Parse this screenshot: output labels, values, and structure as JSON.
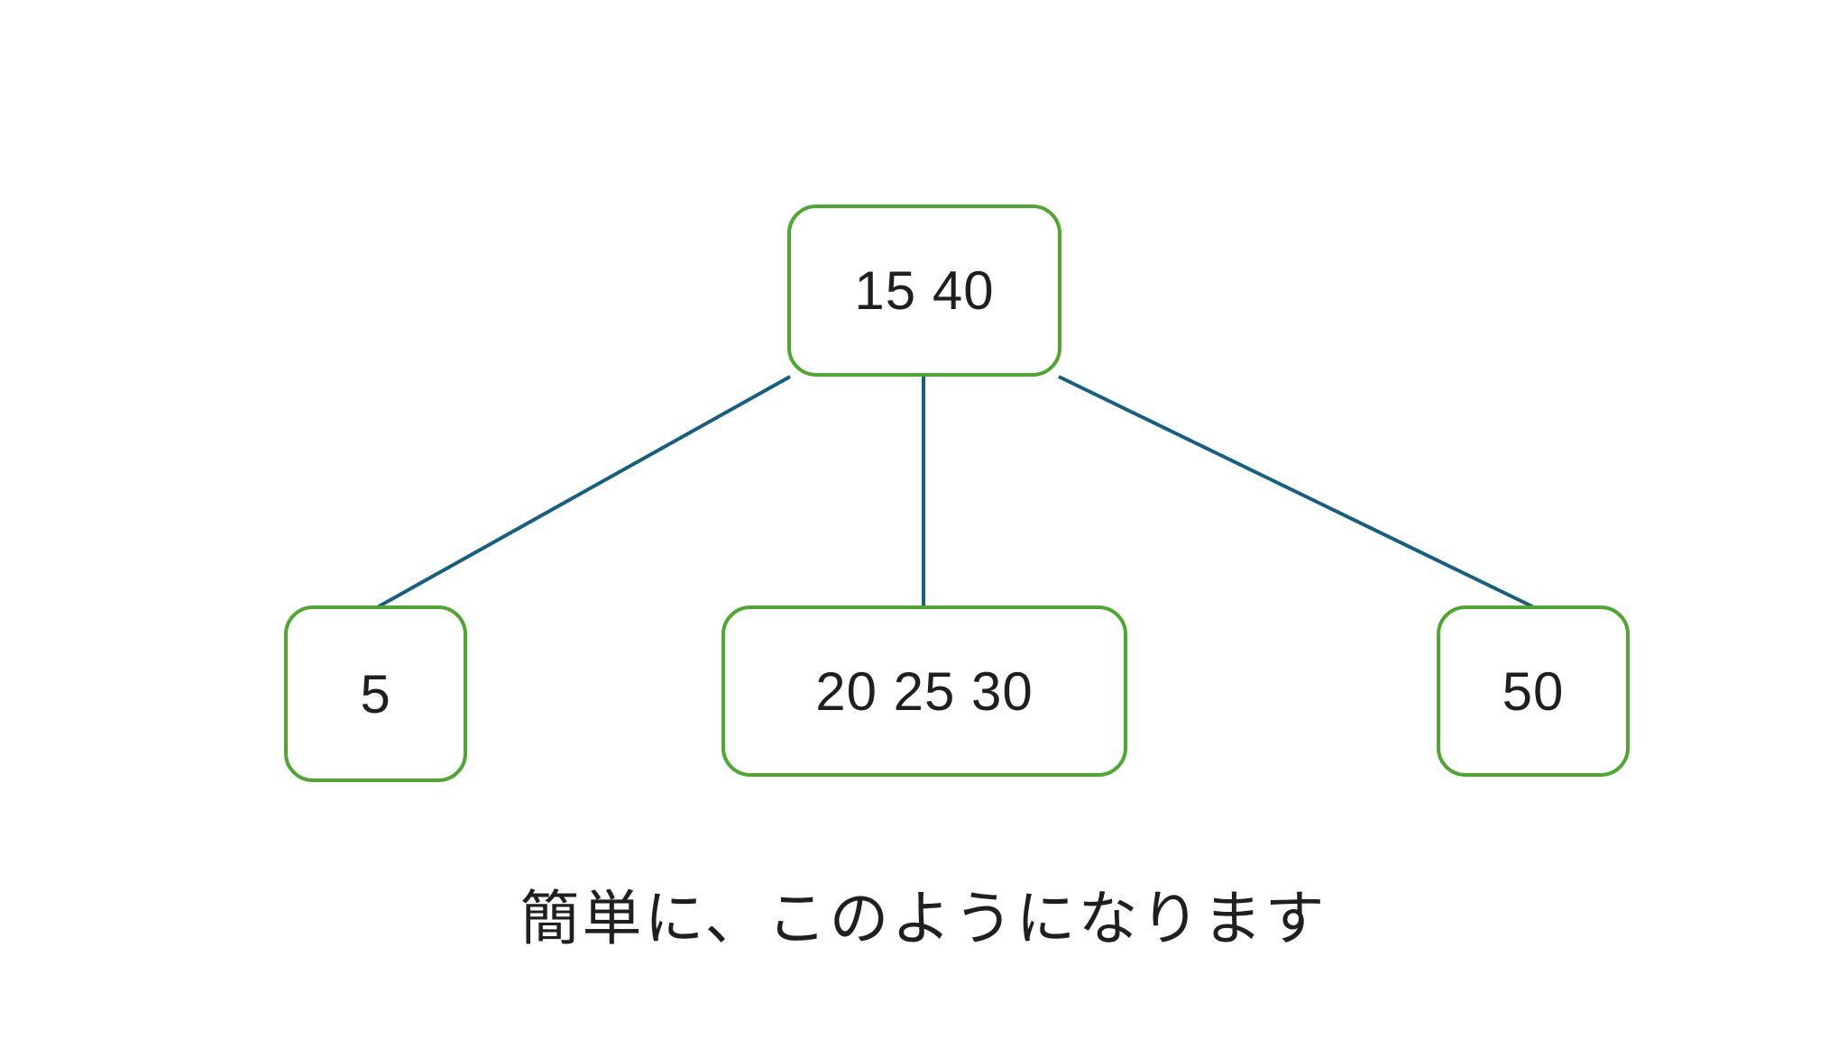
{
  "diagram": {
    "type": "tree",
    "nodes": [
      {
        "id": "root",
        "label": "15 40"
      },
      {
        "id": "child-left",
        "label": "5"
      },
      {
        "id": "child-middle",
        "label": "20 25 30"
      },
      {
        "id": "child-right",
        "label": "50"
      }
    ],
    "edges": [
      {
        "from": "root",
        "to": "child-left"
      },
      {
        "from": "root",
        "to": "child-middle"
      },
      {
        "from": "root",
        "to": "child-right"
      }
    ]
  },
  "caption": {
    "text": "簡単に、このようになります"
  },
  "colors": {
    "node_border": "#4EA72E",
    "connector": "#156082",
    "text": "#1f1f1f",
    "background": "#ffffff"
  }
}
